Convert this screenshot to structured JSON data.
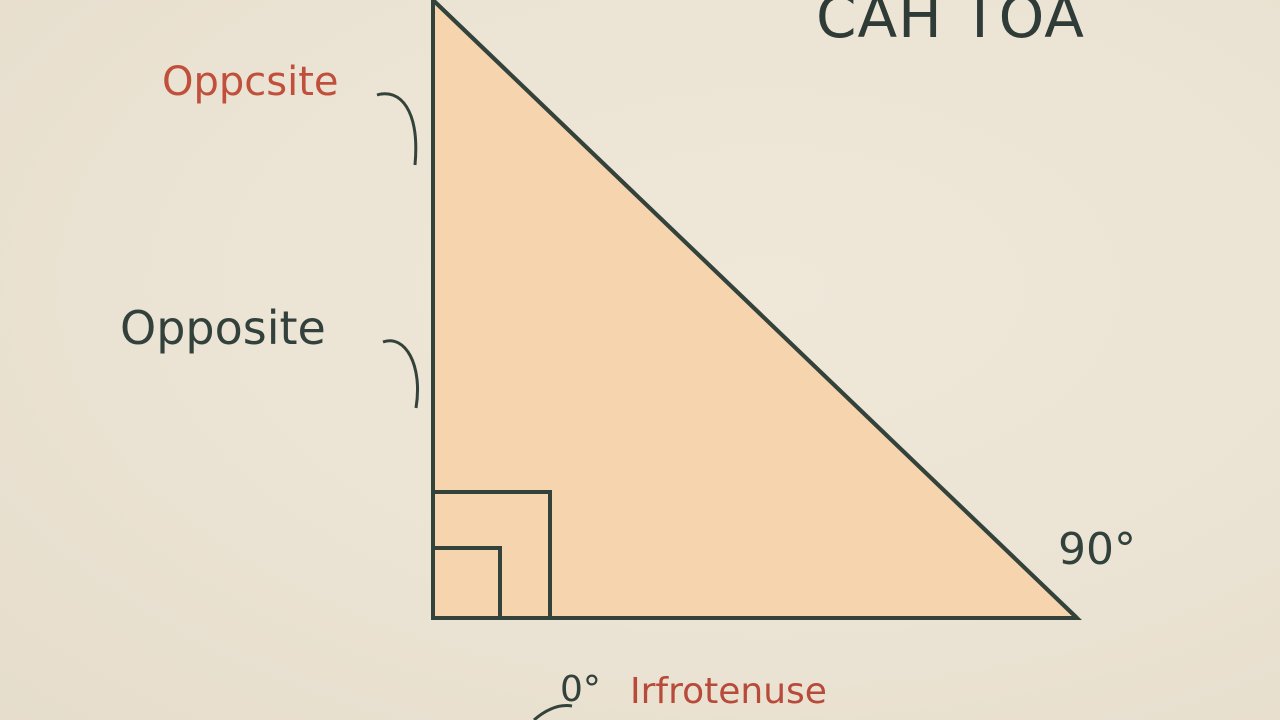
{
  "title": "CAH TOA",
  "labels": {
    "opposite_top": "Oppcsite",
    "opposite_mid": "Opposite",
    "angle_right": "90°",
    "angle_bottom": "0°",
    "hypotenuse": "Irfrotenuse"
  },
  "colors": {
    "background": "#ebe3d3",
    "triangle_fill": "#f5d4ae",
    "stroke": "#34423c",
    "accent_red": "#c0503c"
  }
}
